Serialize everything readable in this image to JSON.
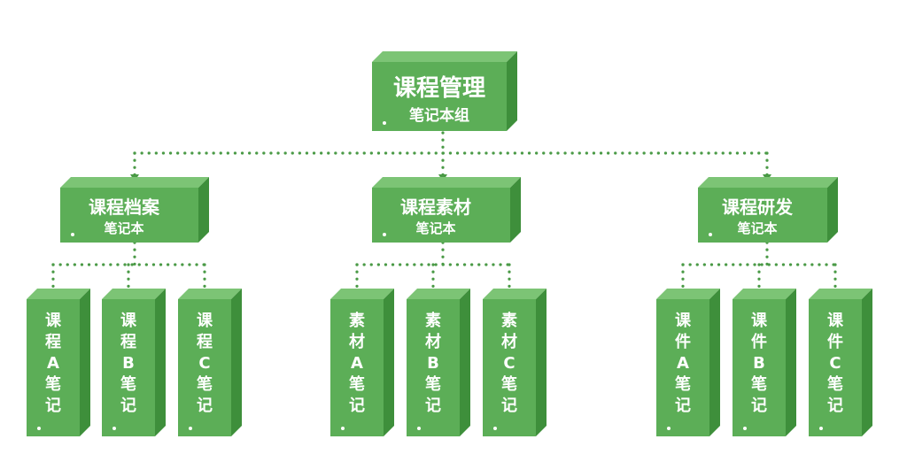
{
  "colors": {
    "front": "#5cae57",
    "top": "#7cc475",
    "side": "#3e8f3b",
    "line": "#4a9a46",
    "text": "#ffffff"
  },
  "root": {
    "title": "课程管理",
    "subtitle": "笔记本组"
  },
  "groups": [
    {
      "title": "课程档案",
      "subtitle": "笔记本",
      "children": [
        "课程A笔记",
        "课程B笔记",
        "课程C笔记"
      ]
    },
    {
      "title": "课程素材",
      "subtitle": "笔记本",
      "children": [
        "素材A笔记",
        "素材B笔记",
        "素材C笔记"
      ]
    },
    {
      "title": "课程研发",
      "subtitle": "笔记本",
      "children": [
        "课件A笔记",
        "课件B笔记",
        "课件C笔记"
      ]
    }
  ]
}
